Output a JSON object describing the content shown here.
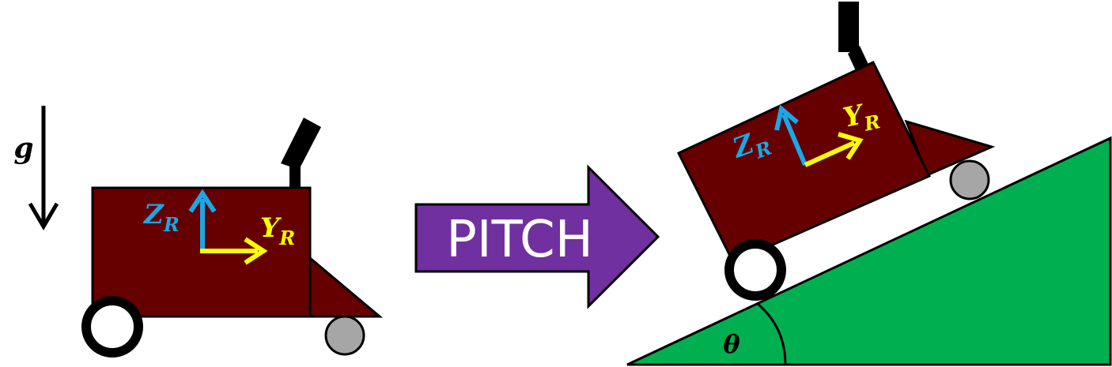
{
  "labels": {
    "gravity": "g",
    "action": "PITCH",
    "z_axis_main": "Z",
    "z_axis_sub": "R",
    "y_axis_main": "Y",
    "y_axis_sub": "R",
    "angle": "θ"
  },
  "colors": {
    "robot_body": "#660000",
    "outline": "#000000",
    "z_arrow": "#1aa7e6",
    "y_arrow": "#ffff00",
    "pitch_arrow": "#7030a0",
    "ramp": "#00b050",
    "caster_wheel": "#a6a6a6",
    "drive_wheel": "#ffffff"
  }
}
